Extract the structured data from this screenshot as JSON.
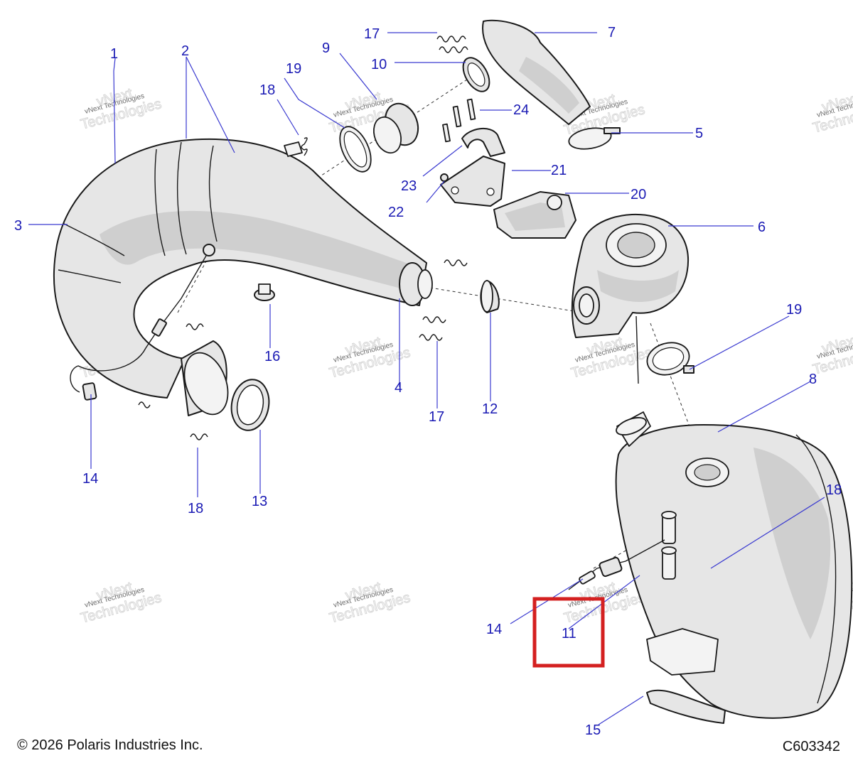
{
  "footer": {
    "copyright": "© 2026 Polaris Industries Inc.",
    "diagram_code": "C603342"
  },
  "watermark": {
    "line1": "vNext Technologies",
    "line2": "vNext",
    "line3": "Technologies"
  },
  "callouts": {
    "c1": "1",
    "c2": "2",
    "c3": "3",
    "c4": "4",
    "c5": "5",
    "c6": "6",
    "c7": "7",
    "c8": "8",
    "c9": "9",
    "c10": "10",
    "c11": "11",
    "c12": "12",
    "c13": "13",
    "c14a": "14",
    "c14b": "14",
    "c15": "15",
    "c16": "16",
    "c17a": "17",
    "c17b": "17",
    "c18a": "18",
    "c18b": "18",
    "c18c": "18",
    "c19a": "19",
    "c19b": "19",
    "c20": "20",
    "c21": "21",
    "c22": "22",
    "c23": "23",
    "c24": "24"
  },
  "highlight": {
    "color": "#d42020",
    "target_callout": "11"
  },
  "colors": {
    "callout_text": "#1a1ab4",
    "leader_line": "#3a3ad0"
  }
}
